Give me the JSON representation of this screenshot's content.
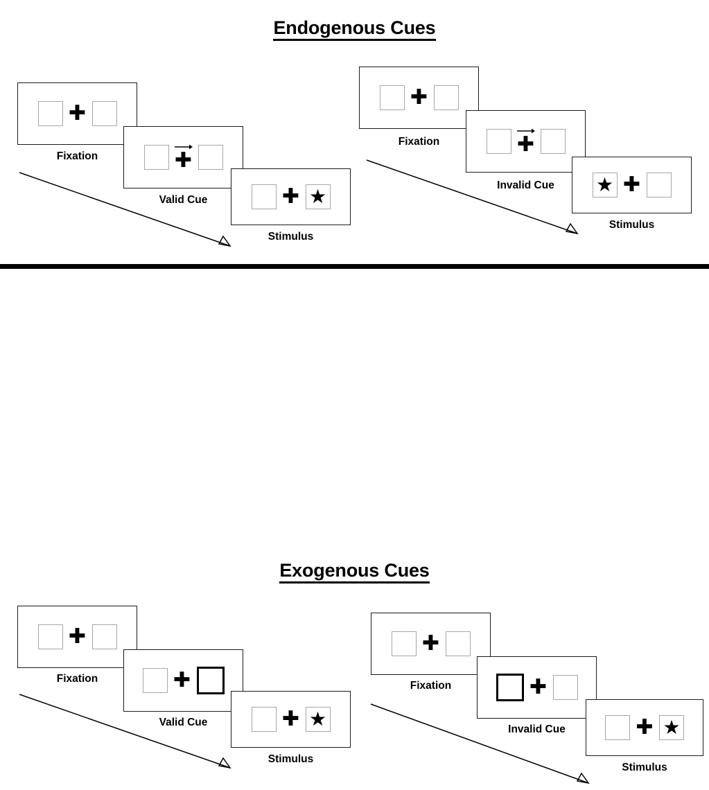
{
  "figure": {
    "sections": [
      {
        "id": "endogenous",
        "title": "Endogenous Cues",
        "columns": [
          {
            "id": "endogenous-valid",
            "frames": [
              {
                "label": "Fixation",
                "left_content": "empty",
                "right_content": "empty",
                "cue": "none",
                "highlight": "none"
              },
              {
                "label": "Valid Cue",
                "left_content": "empty",
                "right_content": "empty",
                "cue": "arrow-right",
                "highlight": "none"
              },
              {
                "label": "Stimulus",
                "left_content": "empty",
                "right_content": "star",
                "cue": "none",
                "highlight": "none"
              }
            ]
          },
          {
            "id": "endogenous-invalid",
            "frames": [
              {
                "label": "Fixation",
                "left_content": "empty",
                "right_content": "empty",
                "cue": "none",
                "highlight": "none"
              },
              {
                "label": "Invalid Cue",
                "left_content": "empty",
                "right_content": "empty",
                "cue": "arrow-right",
                "highlight": "none"
              },
              {
                "label": "Stimulus",
                "left_content": "star",
                "right_content": "empty",
                "cue": "none",
                "highlight": "none"
              }
            ]
          }
        ]
      },
      {
        "id": "exogenous",
        "title": "Exogenous Cues",
        "columns": [
          {
            "id": "exogenous-valid",
            "frames": [
              {
                "label": "Fixation",
                "left_content": "empty",
                "right_content": "empty",
                "cue": "none",
                "highlight": "none"
              },
              {
                "label": "Valid Cue",
                "left_content": "empty",
                "right_content": "empty",
                "cue": "none",
                "highlight": "right"
              },
              {
                "label": "Stimulus",
                "left_content": "empty",
                "right_content": "star",
                "cue": "none",
                "highlight": "none"
              }
            ]
          },
          {
            "id": "exogenous-invalid",
            "frames": [
              {
                "label": "Fixation",
                "left_content": "empty",
                "right_content": "empty",
                "cue": "none",
                "highlight": "none"
              },
              {
                "label": "Invalid Cue",
                "left_content": "empty",
                "right_content": "empty",
                "cue": "none",
                "highlight": "left"
              },
              {
                "label": "Stimulus",
                "left_content": "empty",
                "right_content": "star",
                "cue": "none",
                "highlight": "none"
              }
            ]
          }
        ]
      }
    ],
    "glyphs": {
      "fixation_cross": "✚",
      "star": "★"
    },
    "colors": {
      "ink": "#000000",
      "panel_border": "#1a1a1a",
      "slot_border": "#a6a6a6",
      "highlight_border": "#000000",
      "background": "#ffffff"
    }
  }
}
